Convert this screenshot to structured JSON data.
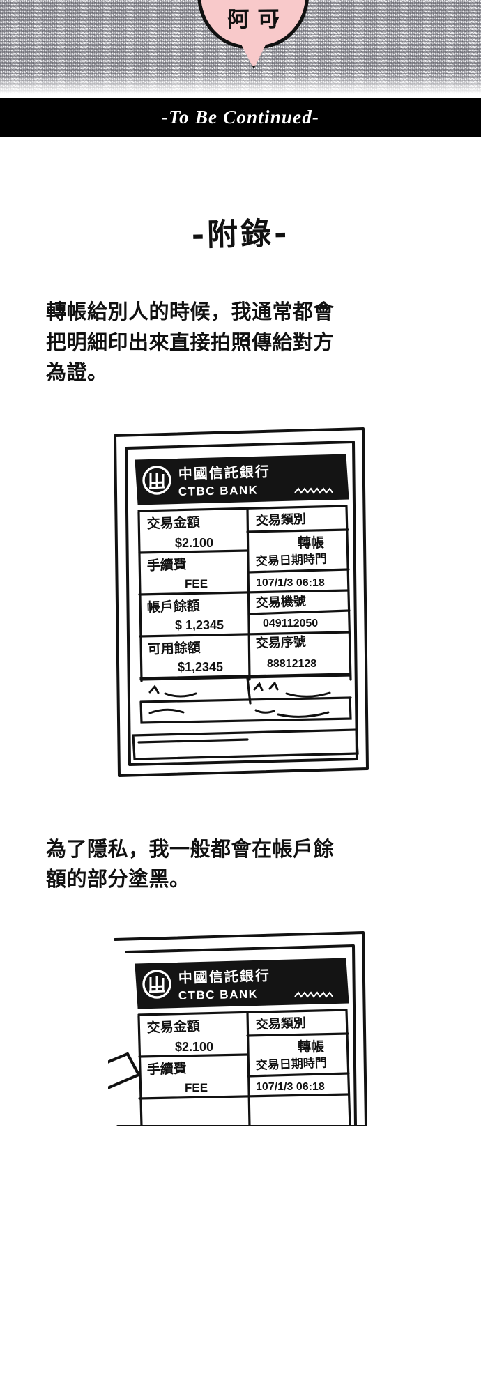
{
  "panel_top": {
    "balloon_text": "阿可",
    "balloon_fill": "#f8c9ca",
    "balloon_stroke": "#111111",
    "background": "halftone-noise-gray"
  },
  "to_be_continued": {
    "label": "-To Be Continued-",
    "band_color": "#000000",
    "text_color": "#ffffff"
  },
  "appendix": {
    "title": "-附錄-",
    "paragraph_1": "轉帳給別人的時候，我通常都會把明細印出來直接拍照傳給對方為證。",
    "paragraph_2": "為了隱私，我一般都會在帳戶餘額的部分塗黑。"
  },
  "receipt": {
    "bank_name_zh": "中國信託銀行",
    "bank_name_en": "CTBC BANK",
    "logo_name": "ctbc-logo-icon",
    "header_bg": "#111111",
    "header_text_color": "#ffffff",
    "rows": [
      {
        "label_left": "交易金額",
        "value_left": "$2.100",
        "label_right": "交易類別",
        "value_right": "轉帳"
      },
      {
        "label_left": "手續費",
        "value_left": "FEE",
        "label_right": "交易日期時門",
        "value_right": "107/1/3 06:18"
      },
      {
        "label_left": "帳戶餘額",
        "value_left": "$ 1,2345",
        "label_right": "交易機號",
        "value_right": "049112050"
      },
      {
        "label_left": "可用餘額",
        "value_left": "$1,2345",
        "label_right": "交易序號",
        "value_right": "88812128"
      }
    ],
    "scribble_rows": 2,
    "footer_bars": 2
  },
  "receipt_2": {
    "bank_name_zh": "中國信託銀行",
    "bank_name_en": "CTBC BANK",
    "rows": [
      {
        "label_left": "交易金額",
        "value_left": "$2.100",
        "label_right": "交易類別",
        "value_right": "轉帳"
      },
      {
        "label_left": "手續費",
        "value_left": "FEE",
        "label_right": "交易日期時門",
        "value_right": "107/1/3 06:18"
      }
    ],
    "pen_name": "pen-icon"
  }
}
